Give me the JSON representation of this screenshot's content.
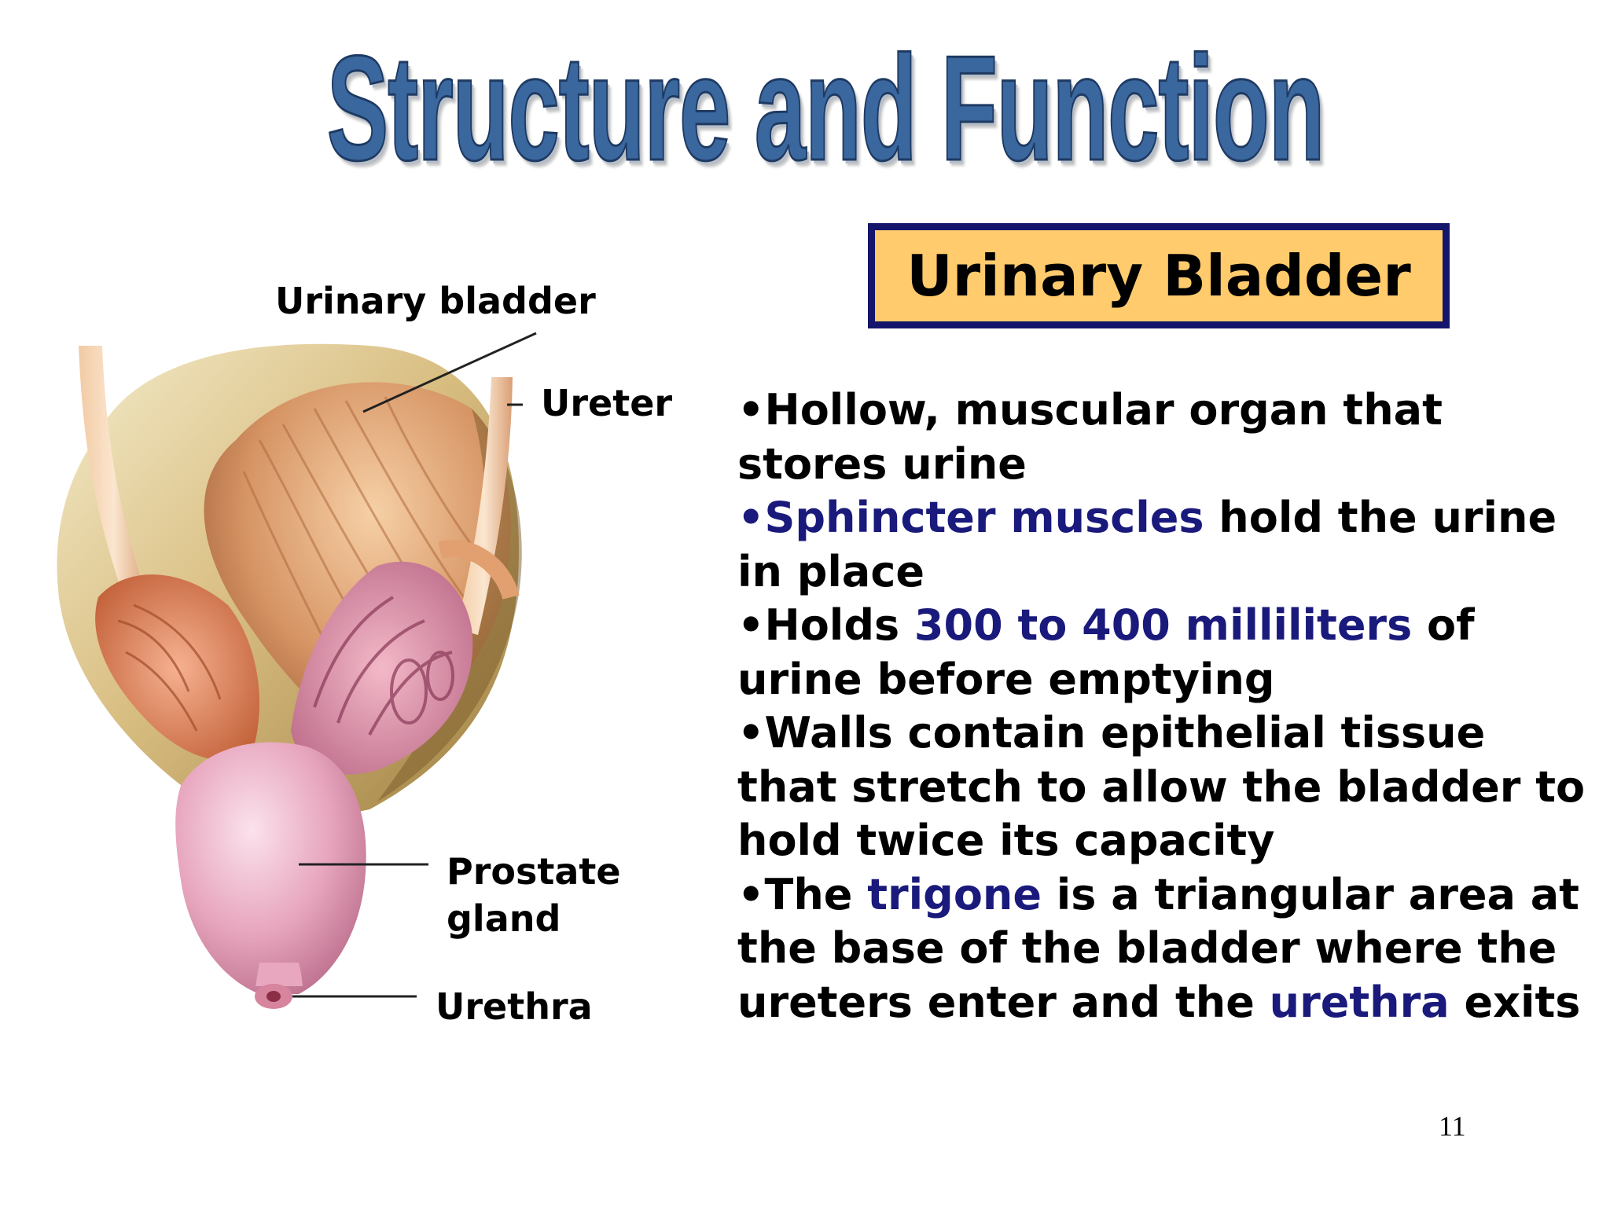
{
  "slide": {
    "title": "Structure and Function",
    "heading": "Urinary Bladder",
    "labels": {
      "bladder": "Urinary bladder",
      "ureter": "Ureter",
      "prostate_1": "Prostate",
      "prostate_2": "gland",
      "urethra": "Urethra"
    },
    "bullets": [
      {
        "text": "•Hollow, muscular organ that stores urine"
      },
      {
        "hl": "•Sphincter muscles",
        "rest": " hold the urine in place"
      },
      {
        "pre": "•Holds ",
        "hl": "300 to 400 milliliters",
        "post": " of urine before emptying"
      },
      {
        "text": "•Walls contain epithelial tissue that stretch to allow the bladder to hold twice its capacity"
      },
      {
        "pre": "•The ",
        "hl1": "trigone",
        "mid": " is a triangular area at the base of the bladder where the ureters enter and the ",
        "hl2": "urethra",
        "post": " exits"
      }
    ],
    "page_number": "11",
    "colors": {
      "title": "#3b679f",
      "heading_fill": "#ffcb6c",
      "heading_border": "#15156b",
      "highlight": "#1a1a7c"
    }
  }
}
